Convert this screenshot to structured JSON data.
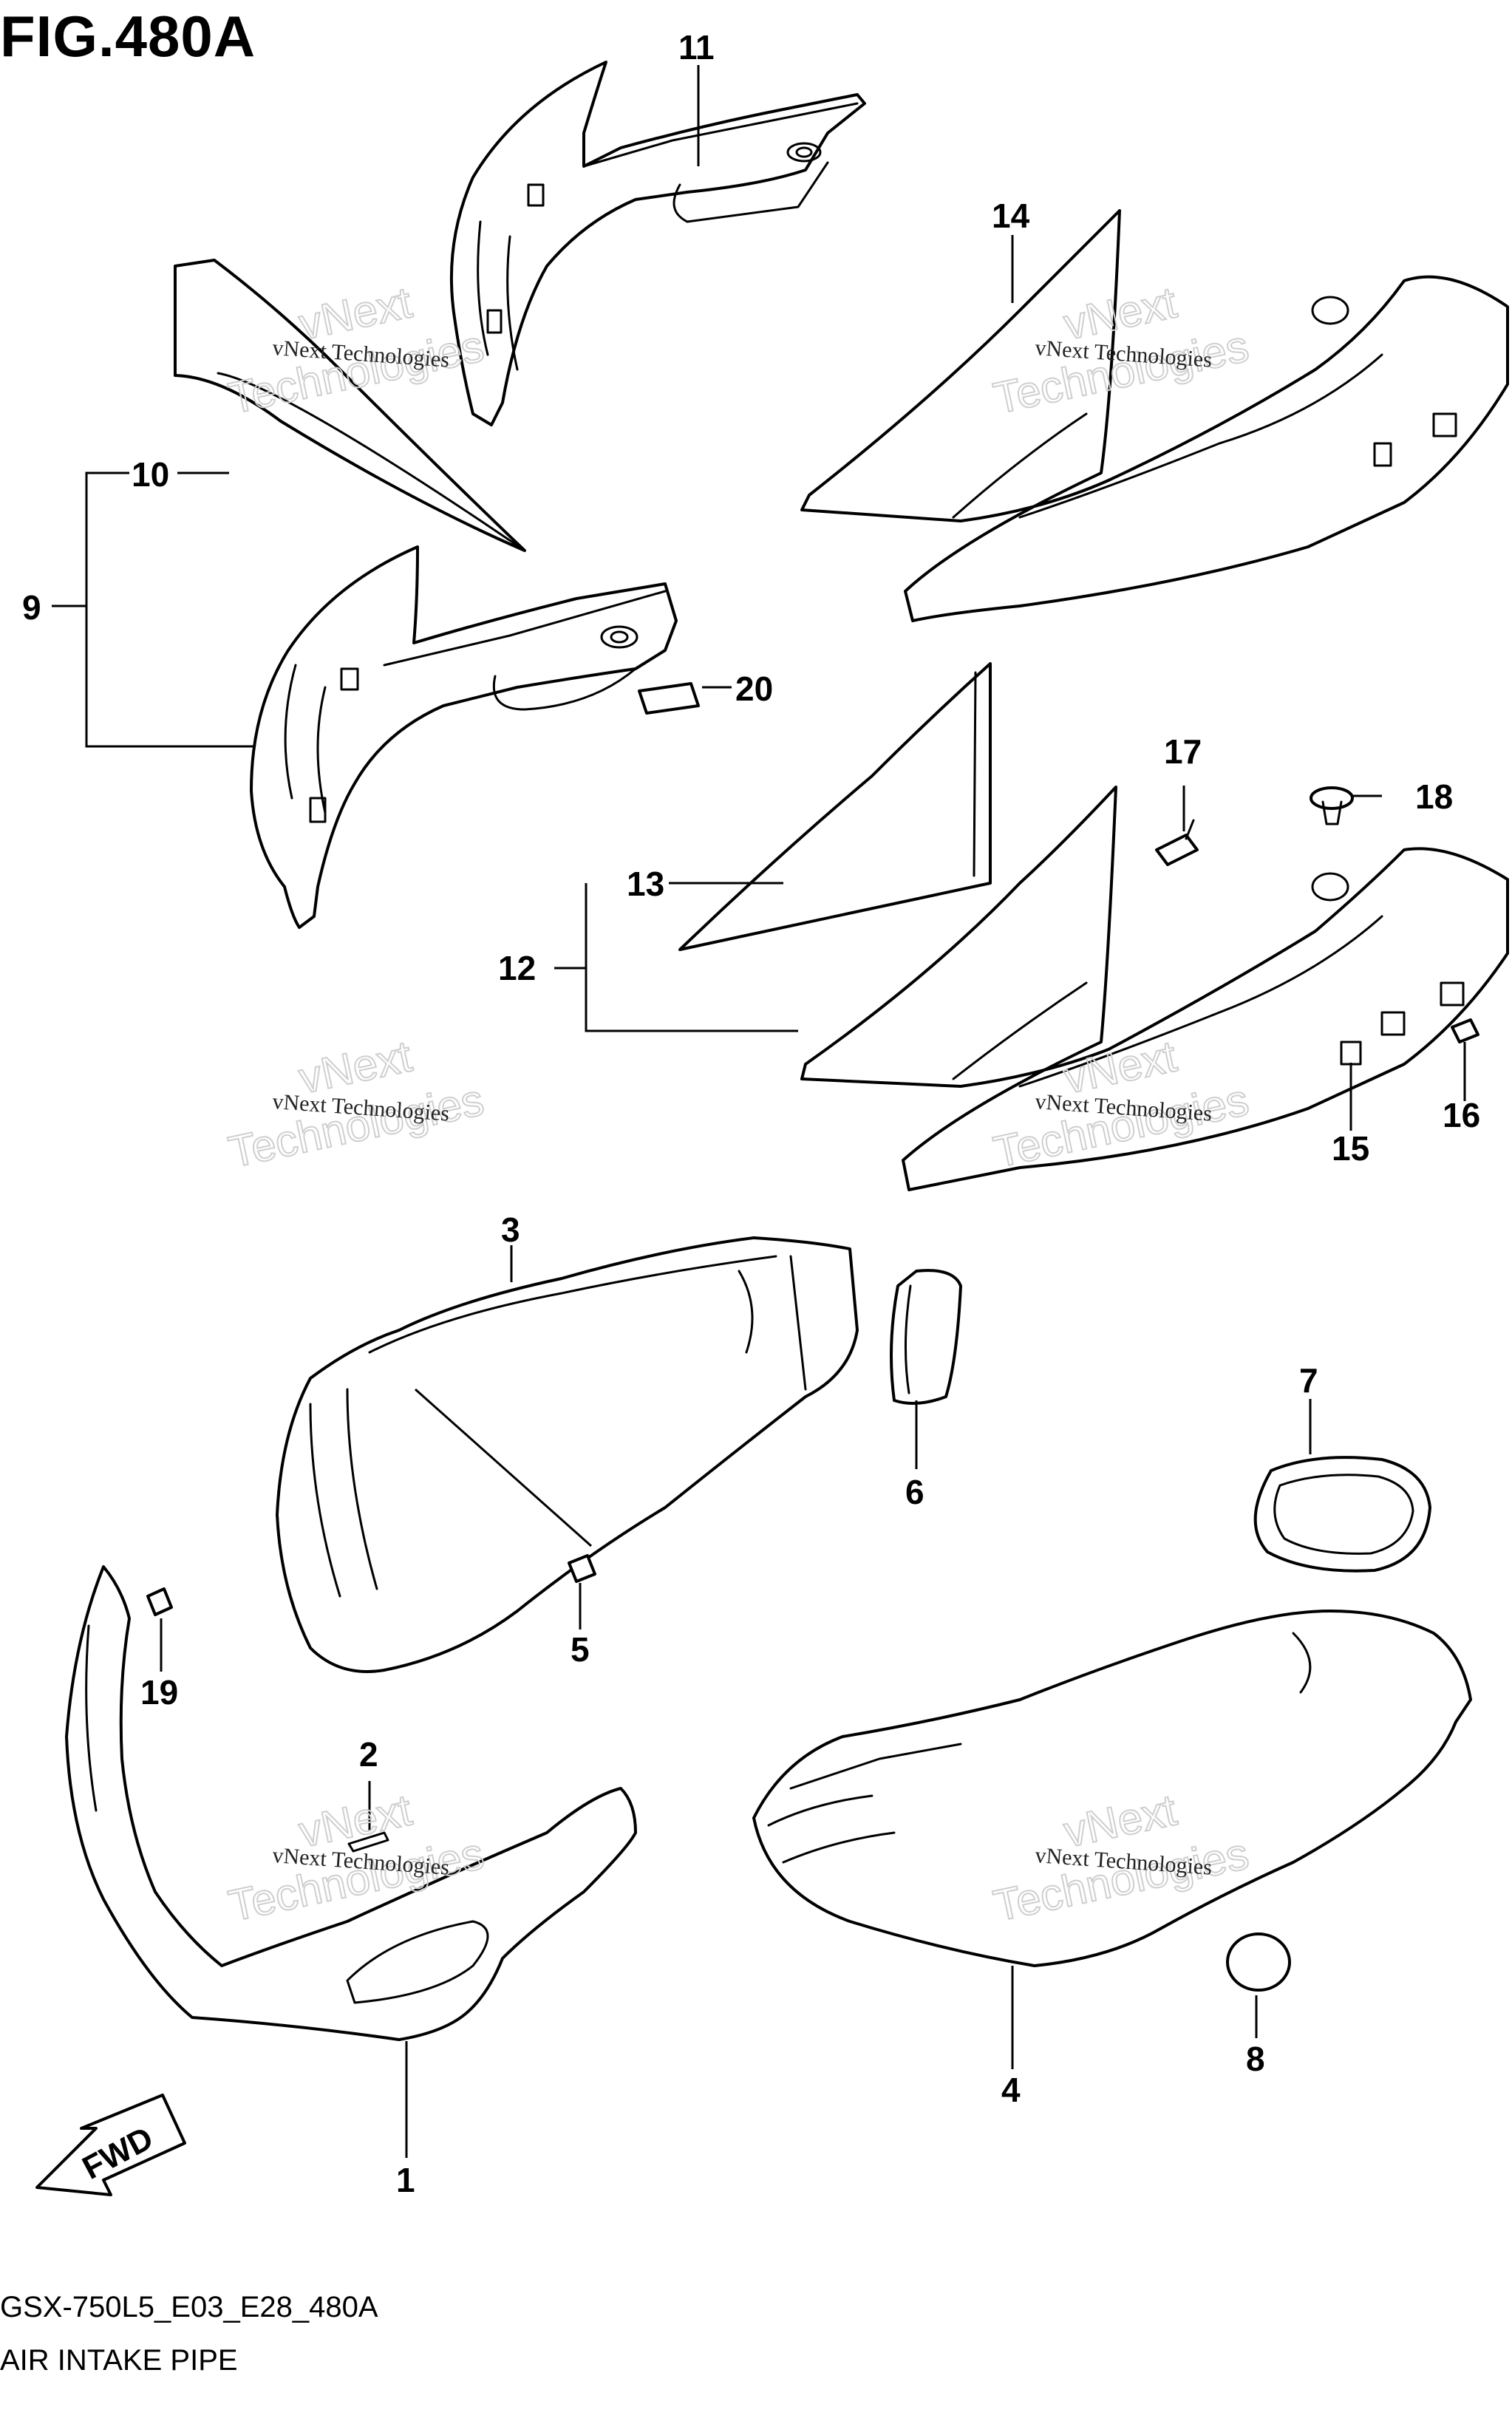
{
  "figure": {
    "title": "FIG.480A",
    "code": "GSX-750L5_E03_E28_480A",
    "name": "AIR INTAKE PIPE"
  },
  "watermark": {
    "small": "vNext Technologies",
    "big_line1": "vNext",
    "big_line2": "Technologies"
  },
  "fwd_label": "FWD",
  "callouts": [
    "1",
    "2",
    "3",
    "4",
    "5",
    "6",
    "7",
    "8",
    "9",
    "10",
    "11",
    "12",
    "13",
    "14",
    "15",
    "16",
    "17",
    "18",
    "19",
    "20"
  ]
}
